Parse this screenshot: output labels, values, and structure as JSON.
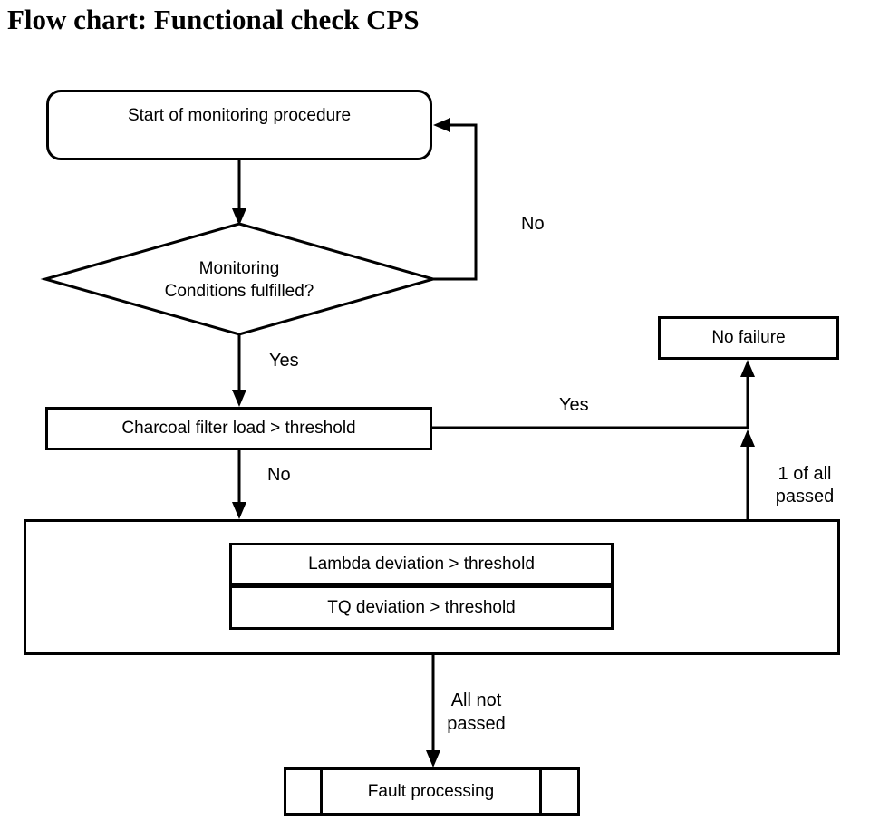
{
  "title": "Flow chart: Functional check CPS",
  "nodes": {
    "start": {
      "label": "Start of monitoring procedure"
    },
    "decision": {
      "line1": "Monitoring",
      "line2": "Conditions fulfilled?"
    },
    "charcoal": {
      "label": "Charcoal filter load > threshold"
    },
    "no_failure": {
      "label": "No failure"
    },
    "lambda": {
      "label": "Lambda deviation > threshold"
    },
    "tq": {
      "label": "TQ deviation > threshold"
    },
    "fault": {
      "label": "Fault processing"
    }
  },
  "edge_labels": {
    "decision_no": "No",
    "decision_yes": "Yes",
    "charcoal_yes": "Yes",
    "charcoal_no": "No",
    "one_of_all": {
      "line1": "1 of all",
      "line2": "passed"
    },
    "all_not": {
      "line1": "All not",
      "line2": "passed"
    }
  },
  "colors": {
    "line": "#000000",
    "background": "#ffffff",
    "text": "#000000"
  }
}
